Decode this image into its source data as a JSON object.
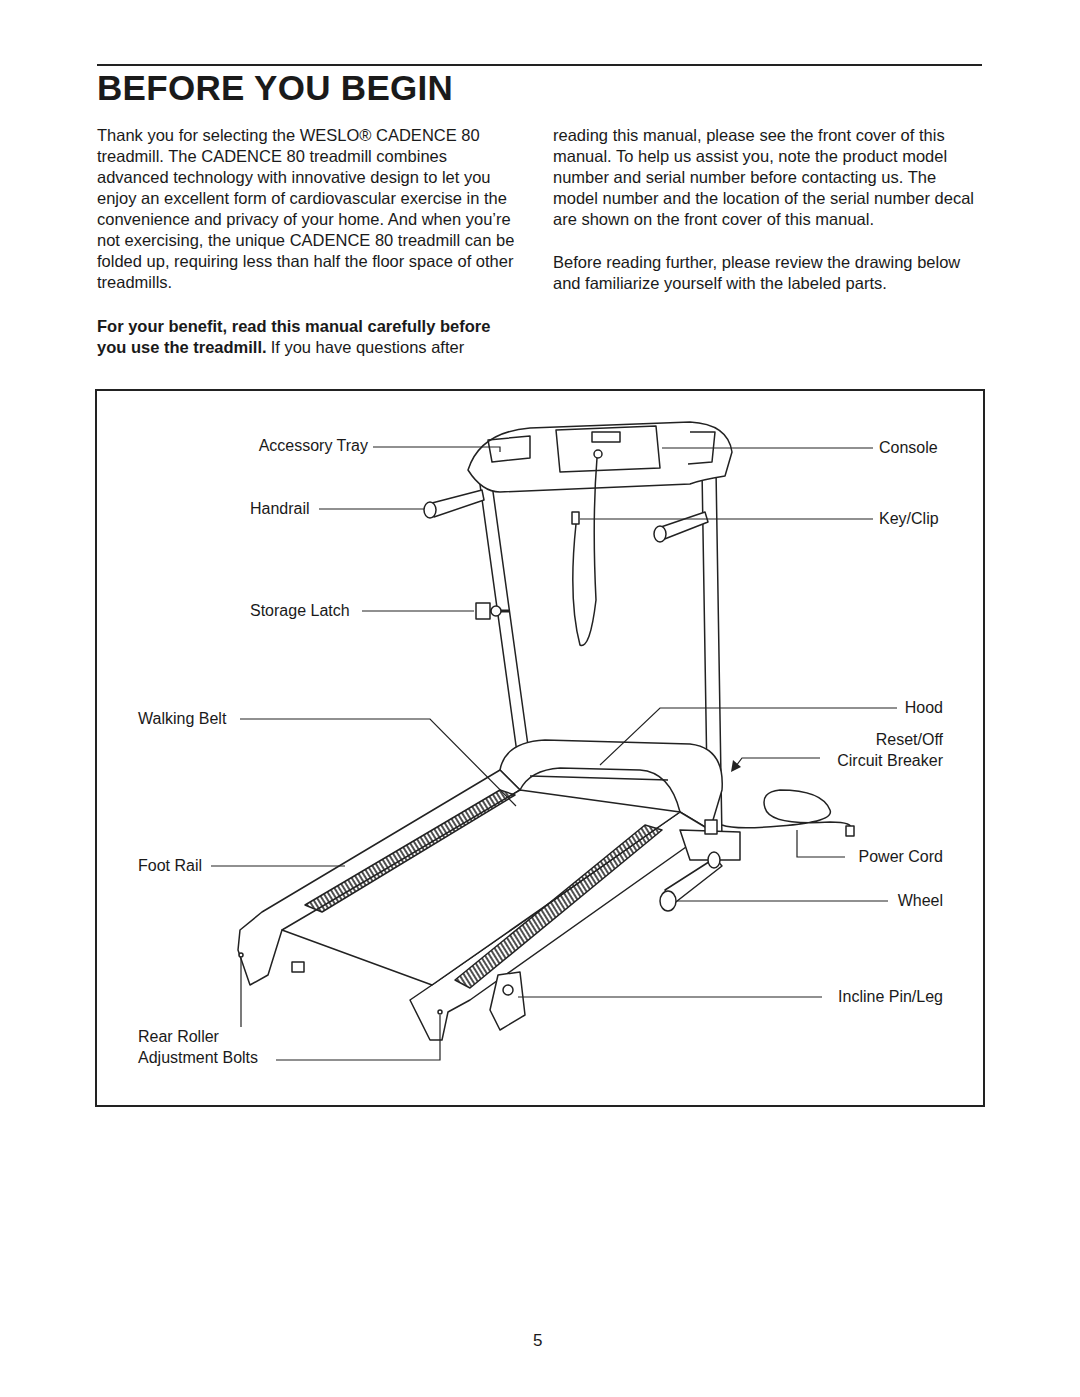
{
  "diagram": {
    "title": "BEFORE YOU BEGIN",
    "labels": [
      "Thank you for selecting the WESLO® CADENCE 80 treadmill. The CADENCE 80 treadmill combines advanced technology with innovative design to let you enjoy an excellent form of cardiovascular exercise in the convenience and privacy of your home. And when you’re not exercising, the unique CADENCE 80 treadmill can be folded up, requiring less than half the floor space of other treadmills.",
      "For your benefit, read this manual carefully before you use the treadmill.",
      "If you have questions after",
      "reading this manual, please see the front cover of this manual. To help us assist you, note the product model number and serial number before contacting us. The model number and the location of the serial number decal are shown on the front cover of this manual.",
      "Before reading further, please review the drawing below and familiarize yourself with the labeled parts.",
      "Accessory Tray",
      "Handrail",
      "Storage Latch",
      "Walking Belt",
      "Foot Rail",
      "Rear Roller Adjustment Bolts",
      "Console",
      "Key/Clip",
      "Hood",
      "Reset/Off Circuit Breaker",
      "Power Cord",
      "Wheel",
      "Incline Pin/Leg",
      "5"
    ]
  }
}
